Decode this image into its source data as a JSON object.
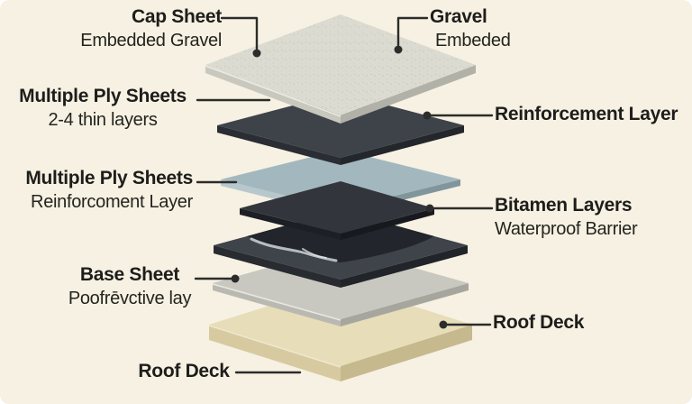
{
  "canvas": {
    "bg": "#f6f1e2",
    "text_color": "#1d1d1b",
    "line_color": "#2c2c2a"
  },
  "labels": {
    "left": [
      {
        "title": "Cap Sheet",
        "subtitle": "Embedded Gravel"
      },
      {
        "title": "Multiple Ply Sheets",
        "subtitle": "2-4 thin layers"
      },
      {
        "title": "Multiple Ply Sheets",
        "subtitle": "Reinforcoment Layer"
      },
      {
        "title": "Base Sheet",
        "subtitle": "Poofrēvctive lay"
      },
      {
        "title": "Roof Deck",
        "subtitle": ""
      }
    ],
    "right": [
      {
        "title": "Gravel",
        "subtitle": "Embeded"
      },
      {
        "title": "Reinforcement Layer",
        "subtitle": ""
      },
      {
        "title": "Bitamen Layers",
        "subtitle": "Waterproof Barrier"
      },
      {
        "title": "Roof Deck",
        "subtitle": ""
      }
    ]
  },
  "layers": [
    {
      "name": "cap-sheet-gravel",
      "top": "#dcdbd1",
      "left_side": "#c9c8be",
      "right_side": "#b2b1a7"
    },
    {
      "name": "reinforcement-sheet",
      "top": "#3e434a",
      "left_side": "#2a2d33",
      "right_side": "#23262b"
    },
    {
      "name": "ply-sheet-blue",
      "top": "#a3b8be",
      "left_side": "#b7c8cd",
      "right_side": "#81959c"
    },
    {
      "name": "bitamen-sheet",
      "top": "#32363c",
      "left_side": "#1c1f24",
      "right_side": "#17191e"
    },
    {
      "name": "glossy-membrane",
      "top": "#22252b",
      "highlight": "#ccd3d7"
    },
    {
      "name": "dark-ply-sheet",
      "top": "#3f444a",
      "left_side": "#282b30",
      "right_side": "#212429"
    },
    {
      "name": "base-sheet-gray",
      "top": "#c9c8c0",
      "left_side": "#bab9b1",
      "right_side": "#a7a69e"
    },
    {
      "name": "roof-deck-tan",
      "top": "#e7ddb9",
      "left_side": "#d7caa1",
      "right_side": "#c7b98e"
    }
  ]
}
